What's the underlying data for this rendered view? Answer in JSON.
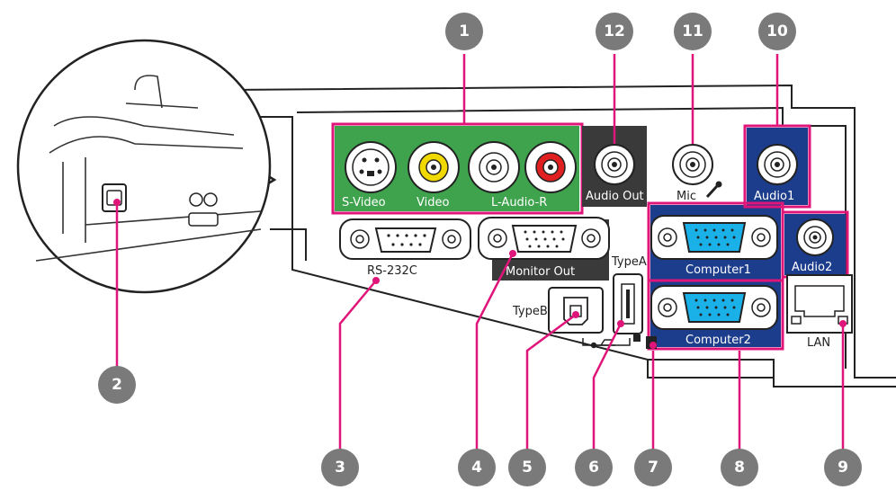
{
  "colors": {
    "green_panel": "#3fa34d",
    "dark_panel": "#3a3a3a",
    "blue_panel": "#1c3c8c",
    "highlight": "#e0157a",
    "callout_circle": "#7a7a7a"
  },
  "callouts": {
    "c1": "1",
    "c2": "2",
    "c3": "3",
    "c4": "4",
    "c5": "5",
    "c6": "6",
    "c7": "7",
    "c8": "8",
    "c9": "9",
    "c10": "10",
    "c11": "11",
    "c12": "12"
  },
  "ports": {
    "s_video": "S-Video",
    "video": "Video",
    "l_audio_r": "L-Audio-R",
    "audio_out": "Audio Out",
    "mic": "Mic",
    "audio1": "Audio1",
    "rs232c": "RS-232C",
    "monitor_out": "Monitor Out",
    "type_a": "TypeA",
    "computer1": "Computer1",
    "audio2": "Audio2",
    "type_b": "TypeB",
    "computer2": "Computer2",
    "lan": "LAN"
  }
}
